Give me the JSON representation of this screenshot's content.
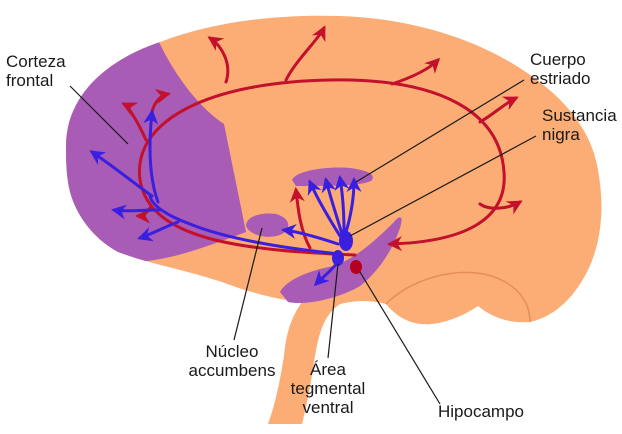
{
  "labels": {
    "frontal_cortex": [
      "Corteza",
      "frontal"
    ],
    "striatum": [
      "Cuerpo",
      "estriado"
    ],
    "substantia_nigra": [
      "Sustancia",
      "nigra"
    ],
    "nucleus_accumbens": [
      "Núcleo",
      "accumbens"
    ],
    "vta": [
      "Área",
      "tegmental",
      "ventral"
    ],
    "hippocampus": [
      "Hipocampo"
    ]
  },
  "colors": {
    "brain": "#fbad75",
    "region": "#a85cb5",
    "mesocortical_pathway": "#c3102c",
    "mesolimbic_pathway": "#3a1fe0",
    "nucleus_vta": "#3a1fe0",
    "nucleus_sn": "#b5001e",
    "leader": "#1a1a1a"
  }
}
